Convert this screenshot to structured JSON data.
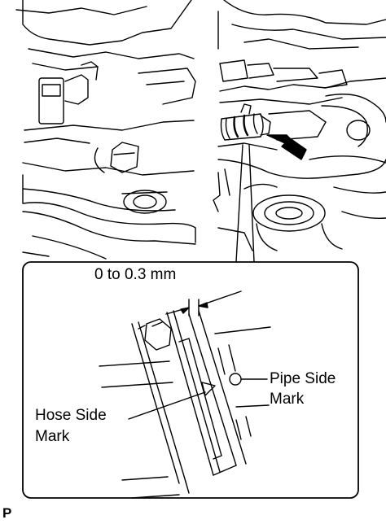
{
  "labels": {
    "dimension": "0 to 0.3 mm",
    "pipe_side_line1": "Pipe Side",
    "pipe_side_line2": "Mark",
    "hose_side_line1": "Hose Side",
    "hose_side_line2": "Mark",
    "figure_code": "P"
  },
  "colors": {
    "line": "#000000",
    "background": "#ffffff"
  }
}
